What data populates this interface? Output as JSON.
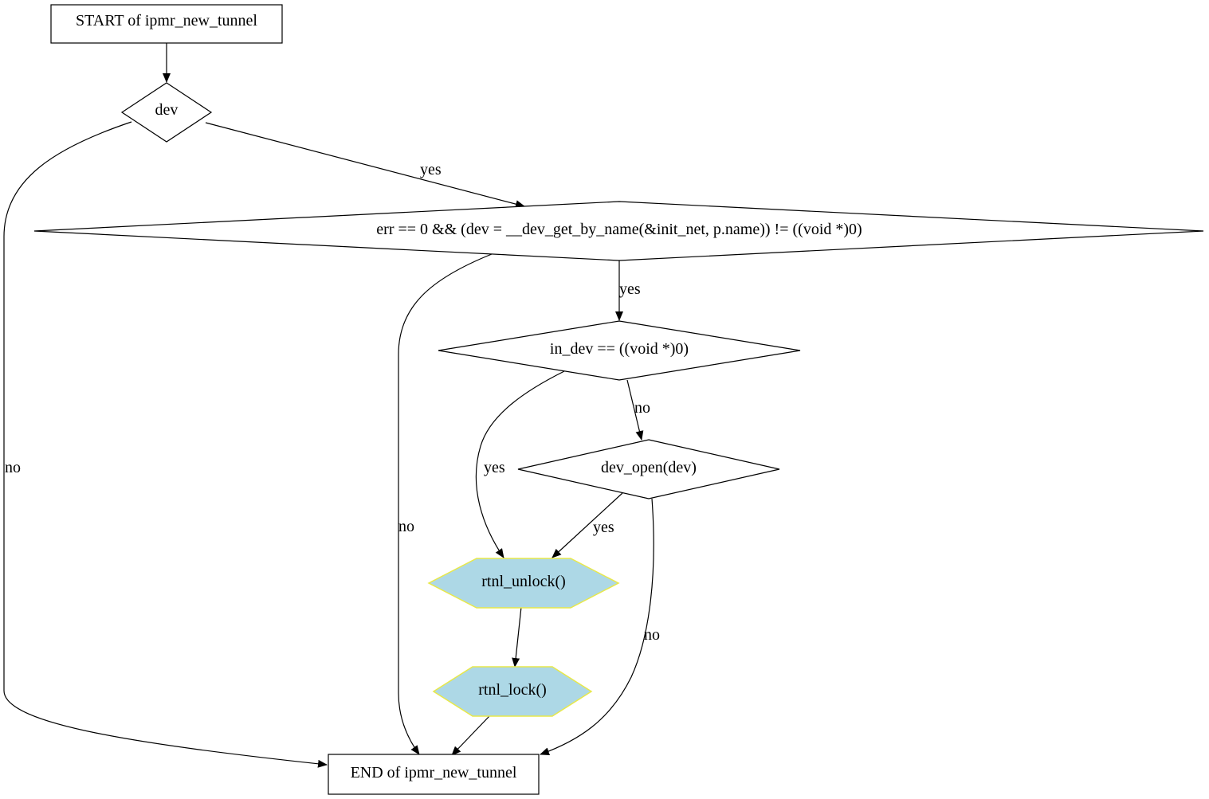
{
  "colors": {
    "stroke": "#000000",
    "background": "#ffffff",
    "hexagon_fill": "#add8e6",
    "hexagon_border": "#e8e84a"
  },
  "nodes": {
    "start": {
      "label": "START of ipmr_new_tunnel",
      "shape": "box"
    },
    "dev": {
      "label": "dev",
      "shape": "diamond"
    },
    "err_check": {
      "label": "err == 0 && (dev = __dev_get_by_name(&init_net, p.name)) != ((void *)0)",
      "shape": "diamond"
    },
    "in_dev_check": {
      "label": "in_dev == ((void *)0)",
      "shape": "diamond"
    },
    "dev_open": {
      "label": "dev_open(dev)",
      "shape": "diamond"
    },
    "rtnl_unlock": {
      "label": "rtnl_unlock()",
      "shape": "hexagon"
    },
    "rtnl_lock": {
      "label": "rtnl_lock()",
      "shape": "hexagon"
    },
    "end": {
      "label": "END of ipmr_new_tunnel",
      "shape": "box"
    }
  },
  "edges": {
    "start_dev": {
      "from": "start",
      "to": "dev",
      "label": ""
    },
    "dev_err_yes": {
      "from": "dev",
      "to": "err_check",
      "label": "yes"
    },
    "dev_end_no": {
      "from": "dev",
      "to": "end",
      "label": "no"
    },
    "err_indev_yes": {
      "from": "err_check",
      "to": "in_dev_check",
      "label": "yes"
    },
    "err_end_no": {
      "from": "err_check",
      "to": "end",
      "label": "no"
    },
    "indev_unlock_yes": {
      "from": "in_dev_check",
      "to": "rtnl_unlock",
      "label": "yes"
    },
    "indev_devopen_no": {
      "from": "in_dev_check",
      "to": "dev_open",
      "label": "no"
    },
    "devopen_unlock_yes": {
      "from": "dev_open",
      "to": "rtnl_unlock",
      "label": "yes"
    },
    "devopen_end_no": {
      "from": "dev_open",
      "to": "end",
      "label": "no"
    },
    "unlock_lock": {
      "from": "rtnl_unlock",
      "to": "rtnl_lock",
      "label": ""
    },
    "lock_end": {
      "from": "rtnl_lock",
      "to": "end",
      "label": ""
    }
  }
}
